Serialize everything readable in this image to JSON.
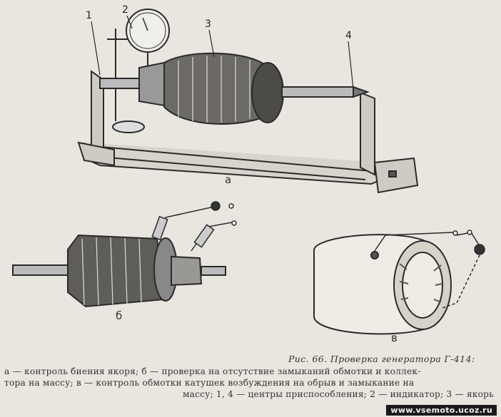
{
  "figure": {
    "part_labels": [
      "а",
      "б",
      "в"
    ],
    "callouts": [
      "1",
      "2",
      "3",
      "4"
    ]
  },
  "caption": {
    "title": "Рис. 66. Проверка генератора Г-414:",
    "line1": "а — контроль биения якоря; б — проверка на отсутствие замыканий обмотки и коллек-",
    "line2": "тора на массу; в — контроль обмотки катушек возбуждения на обрыв и замыкание на",
    "line3": "массу; 1, 4 — центры приспособления; 2 — индикатор; 3 — якорь"
  },
  "watermark": "www.vsemoto.ucoz.ru"
}
